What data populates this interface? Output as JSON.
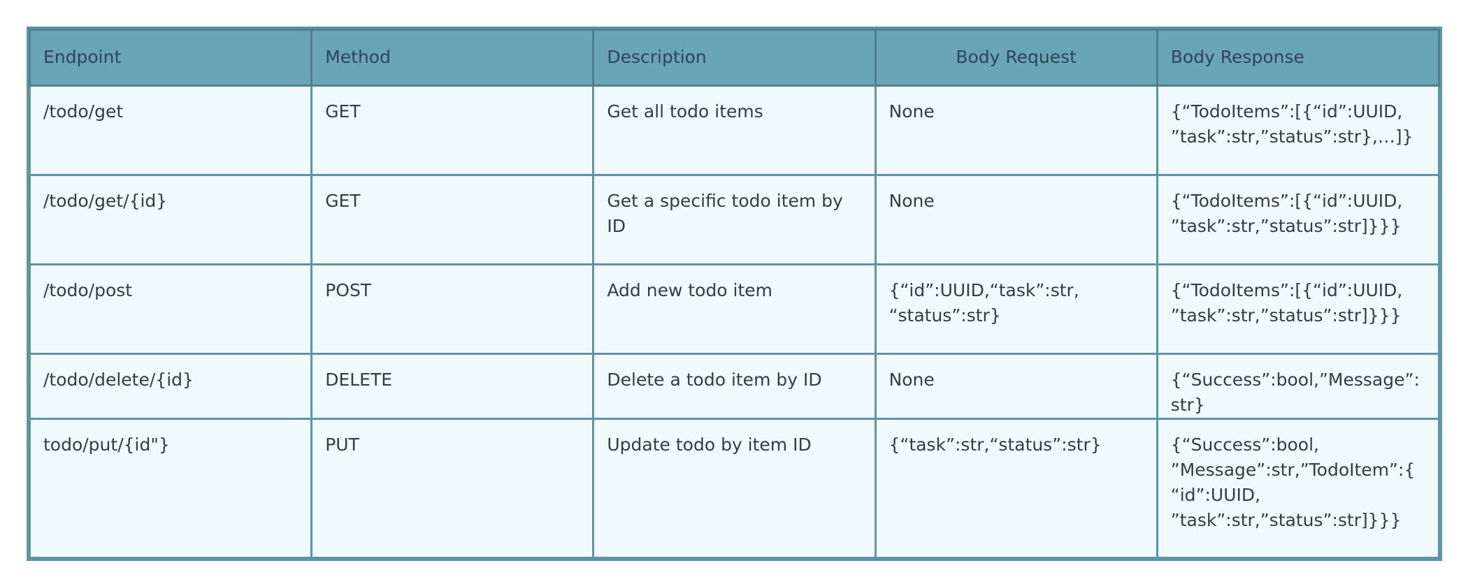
{
  "table": {
    "headers": [
      "Endpoint",
      "Method",
      "Description",
      "Body Request",
      "Body Response"
    ],
    "rows": [
      {
        "endpoint": "/todo/get",
        "method": "GET",
        "description": "Get all todo items",
        "body_request": "None",
        "body_response": "{“TodoItems”:[{“id”:UUID,\n”task”:str,”status”:str},…]}"
      },
      {
        "endpoint": "/todo/get/{id}",
        "method": "GET",
        "description": "Get a specific todo item by\nID",
        "body_request": "None",
        "body_response": "{“TodoItems”:[{“id”:UUID,\n”task”:str,”status”:str]}}}"
      },
      {
        "endpoint": "/todo/post",
        "method": "POST",
        "description": "Add new todo item",
        "body_request": "{“id”:UUID,“task”:str,\n“status”:str}",
        "body_response": "{“TodoItems”:[{“id”:UUID,\n”task”:str,”status”:str]}}}"
      },
      {
        "endpoint": "/todo/delete/{id}",
        "method": "DELETE",
        "description": "Delete a todo item by ID",
        "body_request": "None",
        "body_response": "{“Success”:bool,”Message”:str}"
      },
      {
        "endpoint": "todo/put/{id\"}",
        "method": "PUT",
        "description": "Update todo by item ID",
        "body_request": "{“task”:str,“status”:str}",
        "body_response": "{“Success”:bool,\n”Message”:str,”TodoItem”:{\n“id”:UUID,\n”task”:str,”status”:str]}}}"
      }
    ]
  }
}
